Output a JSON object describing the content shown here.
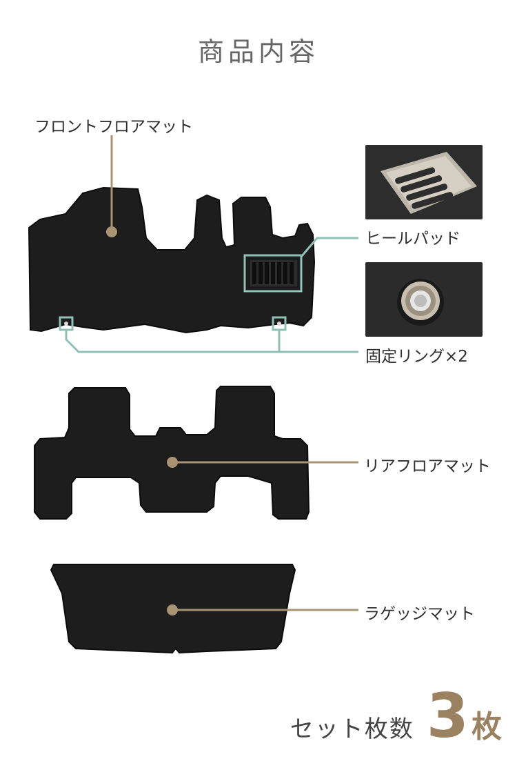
{
  "title": "商品内容",
  "labels": {
    "front_mat": "フロントフロアマット",
    "heel_pad": "ヒールパッド",
    "fix_ring": "固定リング×2",
    "rear_mat": "リアフロアマット",
    "luggage_mat": "ラゲッジマット"
  },
  "footer": {
    "set_label": "セット枚数",
    "count": "3",
    "unit": "枚"
  },
  "colors": {
    "mat": "#1c1c1c",
    "mat_edge": "#0a0a0a",
    "accent_tan": "#a89473",
    "accent_teal": "#8fc1b4",
    "count_color": "#9a8260"
  }
}
